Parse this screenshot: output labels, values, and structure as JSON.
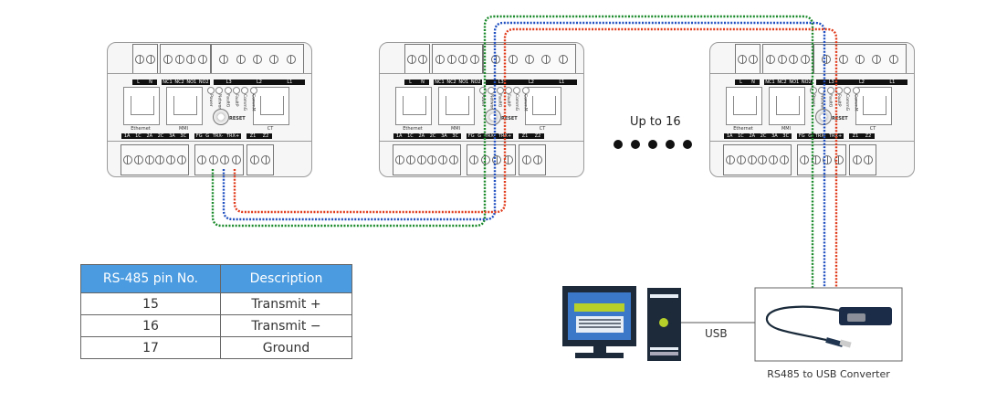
{
  "device": {
    "top_labels": [
      [
        "L",
        "N"
      ],
      [
        "NC1",
        "NC2",
        "NO1",
        "NO2"
      ],
      [
        "L3",
        "L2",
        "L1"
      ]
    ],
    "ports": [
      "Ethernet",
      "MMI",
      "CT"
    ],
    "leds": [
      "Power",
      "Network",
      "FaultG",
      "FaultP",
      "CommG",
      "CommM"
    ],
    "reset": "RESET",
    "bottom_labels": [
      [
        "1A",
        "1C",
        "2A",
        "2C",
        "3A",
        "3C"
      ],
      [
        "FG",
        "G",
        "TRX-",
        "TRX+"
      ],
      [
        "Z1",
        "Z2"
      ]
    ]
  },
  "devices_count_label": "Up to 16",
  "wire_colors": {
    "ground": "#1a8a2a",
    "trx_minus": "#1f4fc0",
    "trx_plus": "#e03a1a"
  },
  "table": {
    "header_color": "#4a9be0",
    "headers": [
      "RS-485 pin No.",
      "Description"
    ],
    "rows": [
      [
        "15",
        "Transmit +"
      ],
      [
        "16",
        "Transmit −"
      ],
      [
        "17",
        "Ground"
      ]
    ]
  },
  "usb_label": "USB",
  "converter_label": "RS485 to USB Converter"
}
